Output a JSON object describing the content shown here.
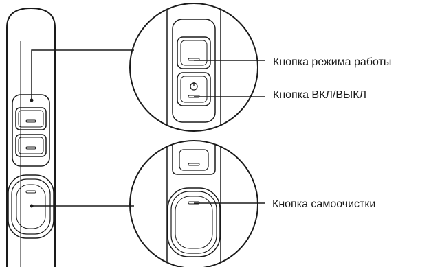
{
  "labels": {
    "mode_button": "Кнопка режима работы",
    "power_button": "Кнопка ВКЛ/ВЫКЛ",
    "self_clean_button": "Кнопка самоочистки"
  },
  "icons": {
    "power": "power-icon"
  },
  "colors": {
    "line": "#1a1a1a",
    "background": "#ffffff"
  }
}
